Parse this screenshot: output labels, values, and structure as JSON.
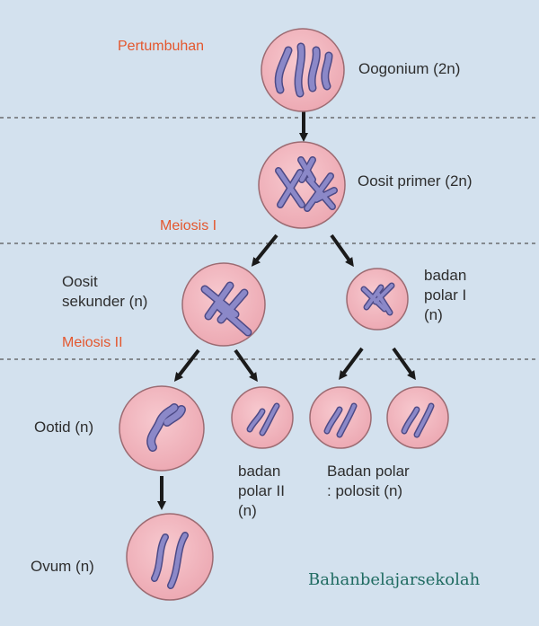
{
  "stages": {
    "growth": "Pertumbuhan",
    "meiosis1": "Meiosis I",
    "meiosis2": "Meiosis II"
  },
  "cells": {
    "oogonium": "Oogonium (2n)",
    "primary_oocyte": "Oosit primer (2n)",
    "secondary_oocyte": "Oosit\nsekunder (n)",
    "polar_body_1": "badan\npolar I\n(n)",
    "ootid": "Ootid (n)",
    "polar_body_2": "badan\npolar II\n(n)",
    "polocytes": "Badan polar\n: polosit (n)",
    "ovum": "Ovum (n)"
  },
  "watermark": "Bahanbelajarsekolah",
  "colors": {
    "background": "#d3e1ee",
    "cell_fill": "#f2b7c0",
    "cell_stroke": "#9c6b72",
    "chromosome": "#8b88c8",
    "chromosome_stroke": "#4d4a86",
    "stage_label": "#e4572e",
    "watermark": "#1f6b61"
  }
}
